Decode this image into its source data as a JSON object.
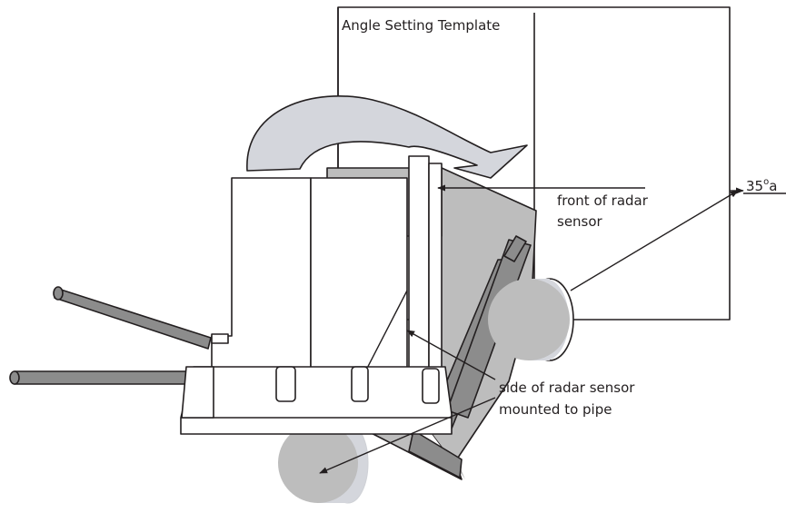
{
  "template": {
    "label": "Angle Setting Template"
  },
  "angle": {
    "value": "35",
    "degree": "o",
    "suffix": "a"
  },
  "labels": {
    "front_line1": "front of radar",
    "front_line2": "sensor",
    "side_line1": "side of radar sensor",
    "side_line2": "mounted to pipe"
  },
  "colors": {
    "outline": "#231f20",
    "gray_dark": "#8c8c8c",
    "gray_mid": "#bdbdbd",
    "gray_light": "#d4d6dc",
    "white": "#ffffff"
  }
}
